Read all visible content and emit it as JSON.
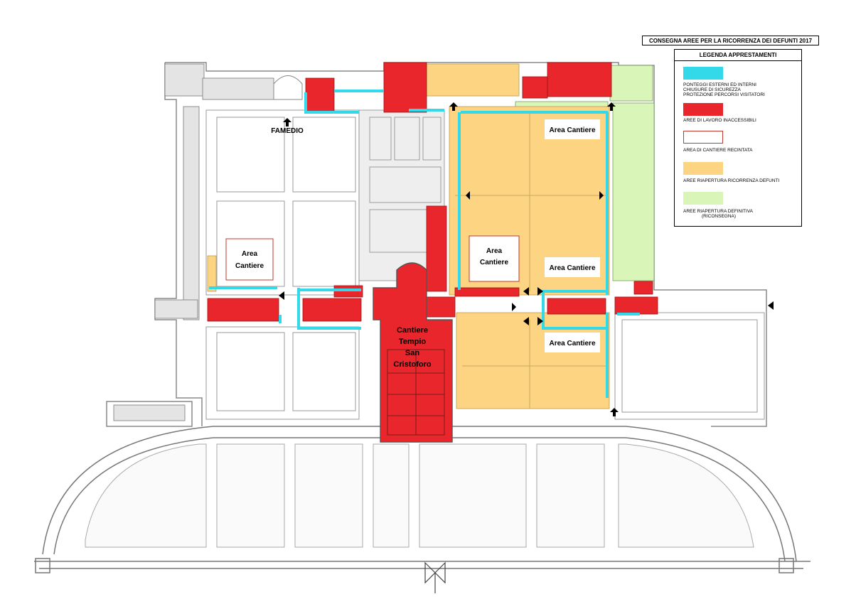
{
  "title": "CONSEGNA AREE PER LA RICORRENZA DEI DEFUNTI 2017",
  "legend": {
    "title": "LEGENDA APPRESTAMENTI",
    "items": [
      {
        "line1": "PONTEGGI ESTERNI ED INTERNI",
        "line2": "CHIUSURE DI SICUREZZA",
        "line3": "PROTEZIONE PERCORSI VISITATORI",
        "color": "#33d9e8"
      },
      {
        "line1": "AREE DI LAVORO INACCESSIBILI",
        "line2": "",
        "line3": "",
        "color": "#e8262b"
      },
      {
        "line1": "AREA DI CANTIERE RECINTATA",
        "line2": "",
        "line3": "",
        "color": "#c0392b"
      },
      {
        "line1": "AREE RIAPERTURA RICORRENZA DEFUNTI",
        "line2": "",
        "line3": "",
        "color": "#fdd482"
      },
      {
        "line1": "AREE RIAPERTURA DEFINITIVA",
        "line2": "(RICONSEGNA)",
        "line3": "",
        "color": "#d9f5b8"
      }
    ]
  },
  "labels": {
    "famedio": "FAMEDIO",
    "area_cantiere_1": "Area",
    "area_cantiere_2": "Cantiere",
    "area_cantiere": "Area Cantiere",
    "tempio_1": "Cantiere",
    "tempio_2": "Tempio",
    "tempio_3": "San",
    "tempio_4": "Cristoforo"
  }
}
